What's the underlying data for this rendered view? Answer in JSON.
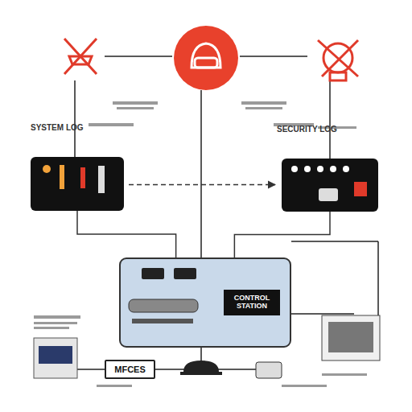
{
  "diagram": {
    "nodes": [
      {
        "text": [
          "SYSTEM LOG"
        ]
      },
      {
        "text": [
          "SECURITY LOG"
        ]
      },
      {
        "text": [
          "CONTROL STATION"
        ]
      },
      {
        "text": [
          "MFCES"
        ]
      }
    ],
    "edges": [
      {
        "from": 0,
        "to": 1,
        "arrow": "to"
      },
      {
        "from": 0,
        "to": 2,
        "arrow": "none"
      },
      {
        "from": 1,
        "to": 2,
        "arrow": "none"
      }
    ]
  }
}
